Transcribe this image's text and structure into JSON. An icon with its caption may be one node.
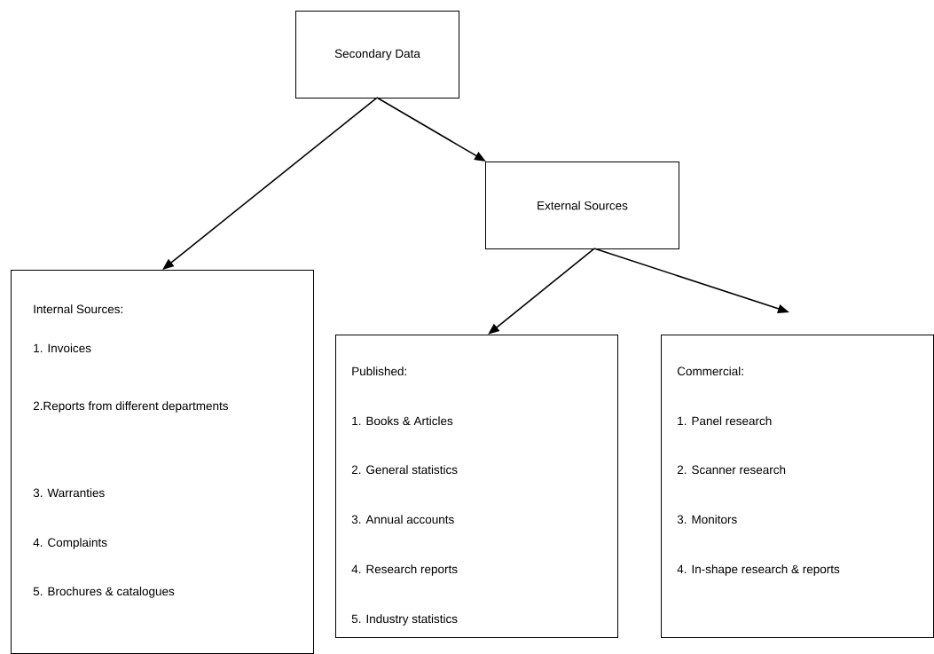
{
  "diagram": {
    "nodes": [
      {
        "text": [
          "Secondary Data"
        ]
      },
      {
        "text": [
          "External Sources"
        ]
      },
      {
        "text": [
          "Internal Sources:",
          "1. Invoices",
          "2.Reports from different departments",
          "3. Warranties",
          "4. Complaints",
          "5. Brochures & catalogues"
        ]
      },
      {
        "text": [
          "Published:",
          "1. Books & Articles",
          "2. General statistics",
          "3. Annual accounts",
          "4. Research reports",
          "5. Industry statistics"
        ]
      },
      {
        "text": [
          "Commercial:",
          "1. Panel research",
          "2. Scanner research",
          "3. Monitors",
          "4. In-shape research & reports"
        ]
      }
    ],
    "edges": [
      {
        "from": 0,
        "to": 2,
        "arrow": "to"
      },
      {
        "from": 0,
        "to": 1,
        "arrow": "to"
      },
      {
        "from": 1,
        "to": 3,
        "arrow": "to"
      },
      {
        "from": 1,
        "to": 4,
        "arrow": "to"
      }
    ]
  }
}
